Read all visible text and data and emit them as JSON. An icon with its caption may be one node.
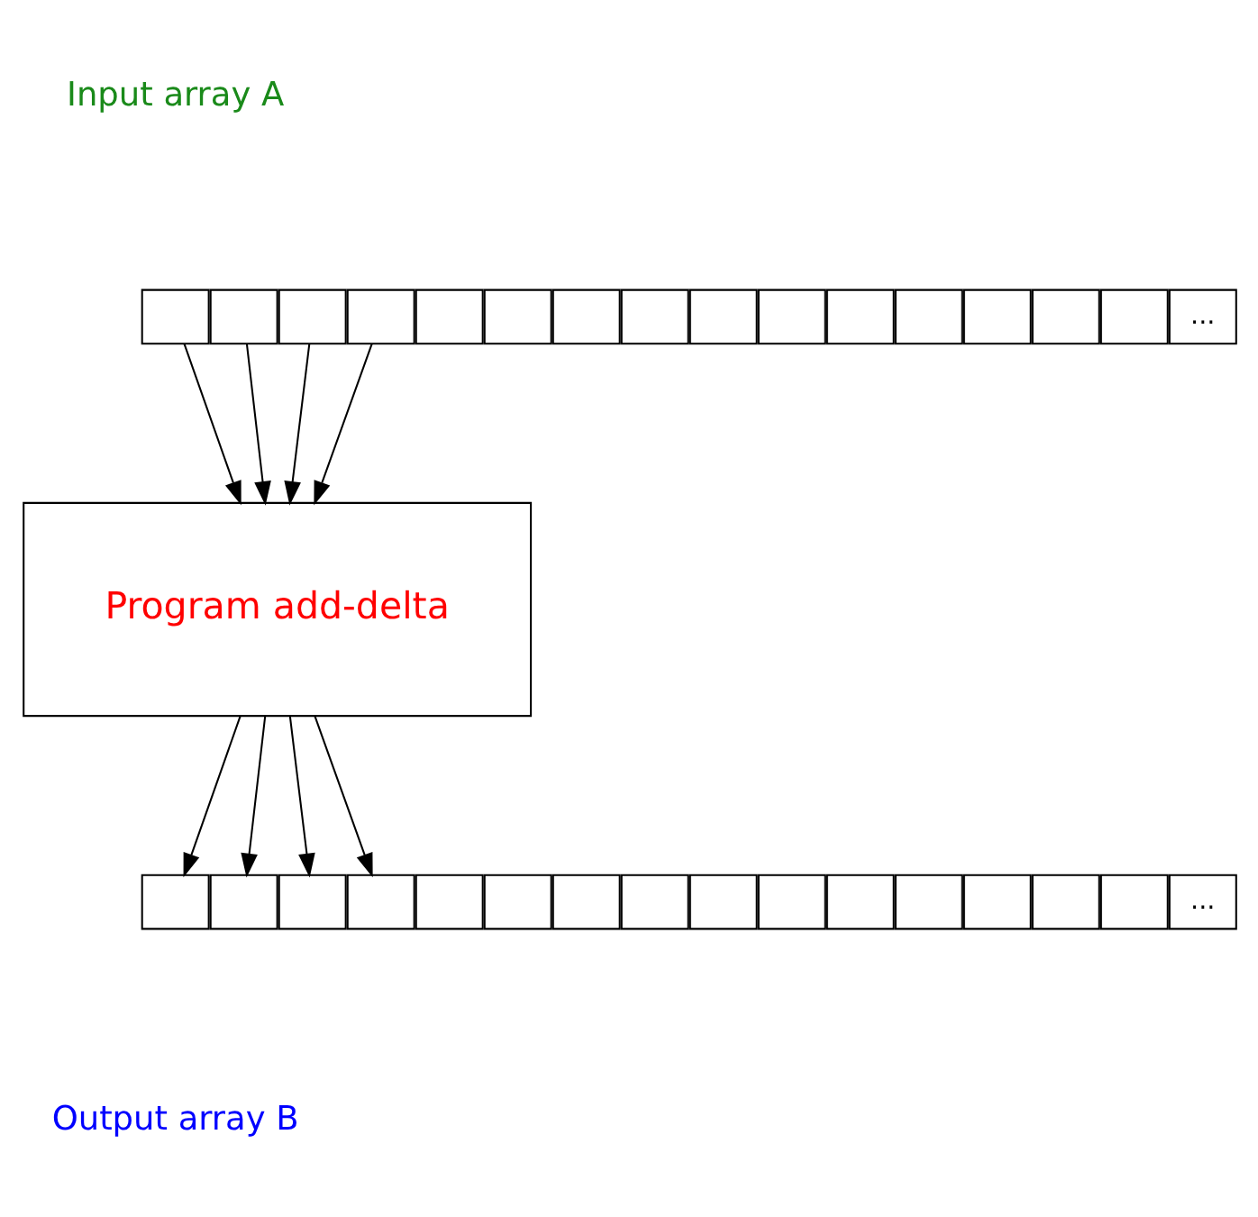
{
  "diagram": {
    "nodes": [
      {
        "text": [],
        "shape": "box"
      },
      {
        "text": [],
        "shape": "box"
      },
      {
        "text": [],
        "shape": "box"
      },
      {
        "text": [],
        "shape": "box"
      },
      {
        "text": [],
        "shape": "box"
      },
      {
        "text": [],
        "shape": "box"
      },
      {
        "text": [],
        "shape": "box"
      },
      {
        "text": [],
        "shape": "box"
      },
      {
        "text": [],
        "shape": "box"
      },
      {
        "text": [],
        "shape": "box"
      },
      {
        "text": [],
        "shape": "box"
      },
      {
        "text": [],
        "shape": "box"
      },
      {
        "text": [],
        "shape": "box"
      },
      {
        "text": [],
        "shape": "box"
      },
      {
        "text": [],
        "shape": "box"
      },
      {
        "text": [
          "..."
        ]
      },
      {
        "text": [
          "Program add-delta"
        ]
      },
      {
        "text": [],
        "shape": "box"
      },
      {
        "text": [],
        "shape": "box"
      },
      {
        "text": [],
        "shape": "box"
      },
      {
        "text": [],
        "shape": "box"
      },
      {
        "text": [],
        "shape": "box"
      },
      {
        "text": [],
        "shape": "box"
      },
      {
        "text": [],
        "shape": "box"
      },
      {
        "text": [],
        "shape": "box"
      },
      {
        "text": [],
        "shape": "box"
      },
      {
        "text": [],
        "shape": "box"
      },
      {
        "text": [],
        "shape": "box"
      },
      {
        "text": [],
        "shape": "box"
      },
      {
        "text": [],
        "shape": "box"
      },
      {
        "text": [],
        "shape": "box"
      },
      {
        "text": [],
        "shape": "box"
      },
      {
        "text": [
          "..."
        ]
      }
    ],
    "edges": [
      {
        "from": 0,
        "to": 16,
        "arrow": "to"
      },
      {
        "from": 1,
        "to": 16,
        "arrow": "to"
      },
      {
        "from": 2,
        "to": 16,
        "arrow": "to"
      },
      {
        "from": 3,
        "to": 16,
        "arrow": "to"
      },
      {
        "from": 16,
        "to": 17,
        "arrow": "to"
      },
      {
        "from": 16,
        "to": 18,
        "arrow": "to"
      },
      {
        "from": 16,
        "to": 19,
        "arrow": "to"
      },
      {
        "from": 16,
        "to": 20,
        "arrow": "to"
      }
    ],
    "labels": [
      "Input array A",
      "Output array B"
    ]
  }
}
